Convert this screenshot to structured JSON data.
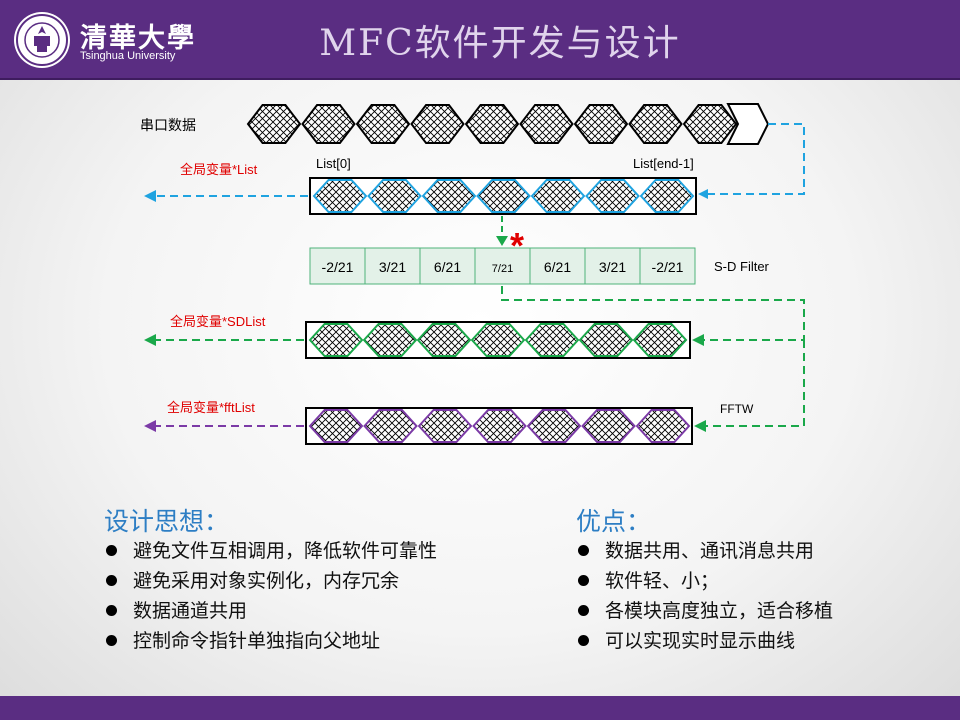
{
  "header": {
    "logo_cn": "清華大學",
    "logo_en": "Tsinghua University",
    "title": "MFC软件开发与设计"
  },
  "diagram": {
    "serial_label": "串口数据",
    "list_label": "全局变量*List",
    "list_start": "List[0]",
    "list_end": "List[end-1]",
    "sdlist_label": "全局变量*SDList",
    "fftlist_label": "全局变量*fftList",
    "filter_label": "S-D Filter",
    "fftw_label": "FFTW",
    "star": "*",
    "filter_coeffs": [
      "-2/21",
      "3/21",
      "6/21",
      "7/21",
      "6/21",
      "3/21",
      "-2/21"
    ],
    "colors": {
      "blue": "#1fa3e0",
      "green": "#1aa84a",
      "purple": "#7b3aa6",
      "red": "#e00000",
      "filter_border": "#4fb37a",
      "filter_fill": "#e3f1e8"
    }
  },
  "design": {
    "title": "设计思想：",
    "items": [
      "避免文件互相调用，降低软件可靠性",
      "避免采用对象实例化，内存冗余",
      "数据通道共用",
      "控制命令指针单独指向父地址"
    ]
  },
  "advantages": {
    "title": "优点：",
    "items": [
      "数据共用、通讯消息共用",
      "软件轻、小；",
      "各模块高度独立，适合移植",
      "可以实现实时显示曲线"
    ]
  }
}
